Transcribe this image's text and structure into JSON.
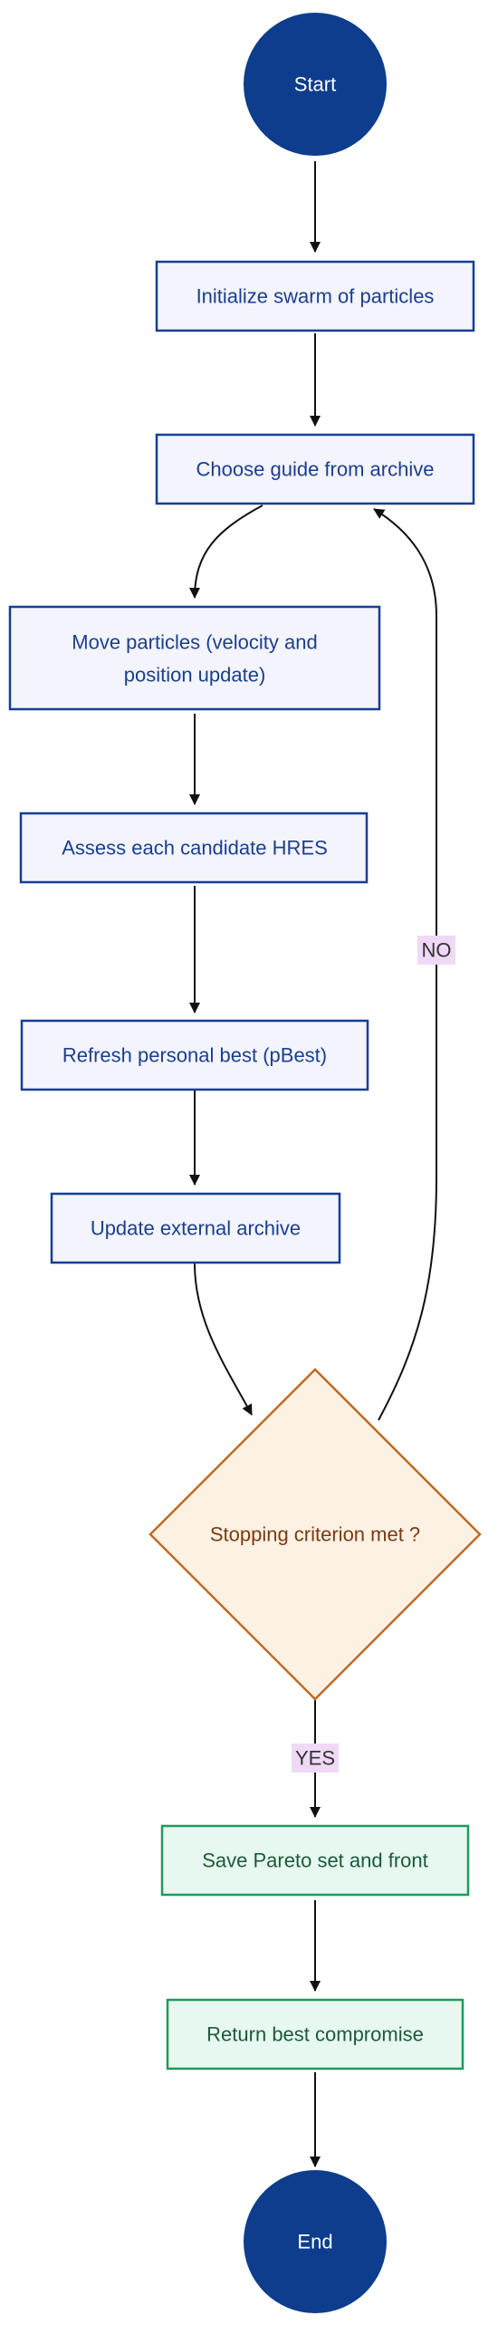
{
  "diagram": {
    "nodes": {
      "start": {
        "label": "Start"
      },
      "init": {
        "label": "Initialize swarm of particles"
      },
      "guide": {
        "label": "Choose guide from archive"
      },
      "move_line1": {
        "label": "Move particles (velocity and"
      },
      "move_line2": {
        "label": "position update)"
      },
      "assess": {
        "label": "Assess each candidate HRES"
      },
      "refresh": {
        "label": "Refresh personal best (pBest)"
      },
      "update": {
        "label": "Update external archive"
      },
      "decision": {
        "label": "Stopping criterion met ?"
      },
      "save": {
        "label": "Save Pareto set and front"
      },
      "return": {
        "label": "Return best compromise"
      },
      "end": {
        "label": "End"
      }
    },
    "edge_labels": {
      "no": "NO",
      "yes": "YES"
    },
    "colors": {
      "terminal_fill": "#0d3d8c",
      "process_fill": "#f3f4fc",
      "process_border": "#153f94",
      "process_text": "#1b3f8f",
      "decision_fill": "#fdf1e3",
      "decision_border": "#c06a20",
      "decision_text": "#7a3a12",
      "output_fill": "#e6f8ef",
      "output_border": "#1f9a5c",
      "output_text": "#1d5a3a",
      "edge_label_bg": "#f0d9f7",
      "edge": "#111111"
    }
  }
}
